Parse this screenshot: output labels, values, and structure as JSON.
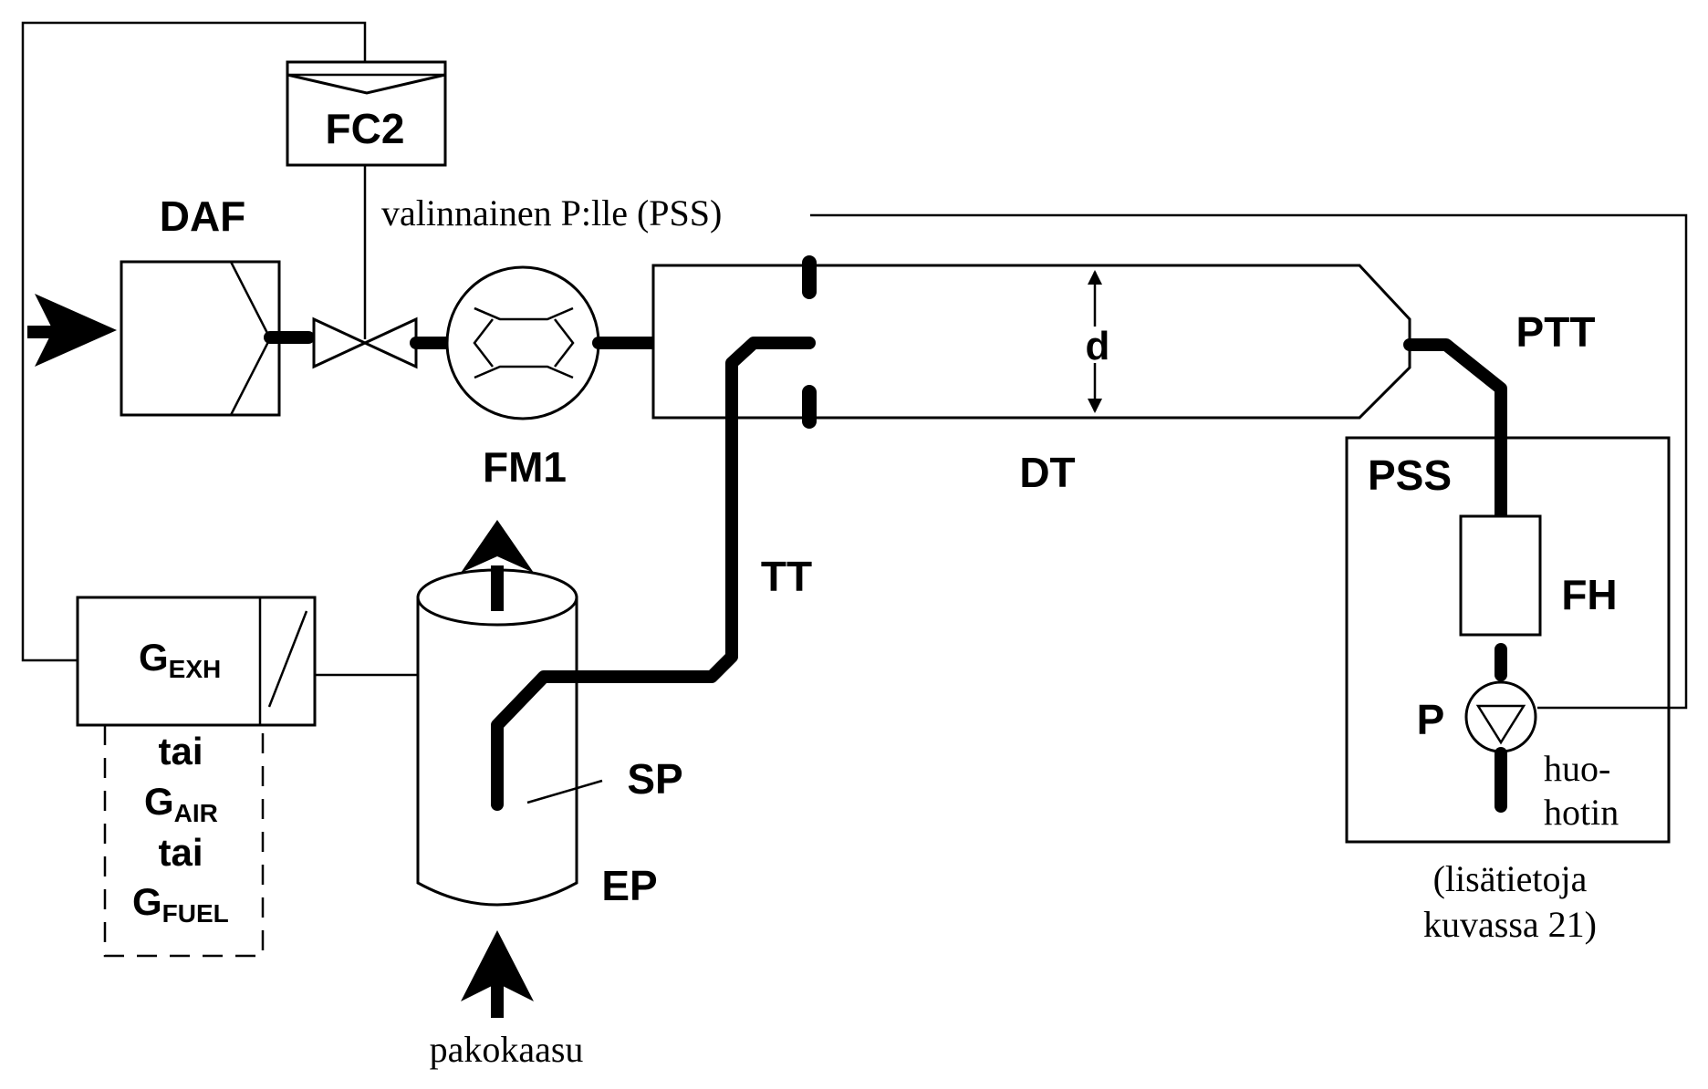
{
  "labels": {
    "fc2": "FC2",
    "daf": "DAF",
    "optional_note": "valinnainen P:lle (PSS)",
    "fm1": "FM1",
    "d": "d",
    "dt": "DT",
    "ptt": "PTT",
    "pss": "PSS",
    "tt": "TT",
    "fh": "FH",
    "p": "P",
    "sp": "SP",
    "ep": "EP",
    "exhaust_gas": "pakokaasu",
    "dilution_air_1": "huo-",
    "dilution_air_2": "hotin",
    "more_info_1": "(lisätietoja",
    "more_info_2": "kuvassa 21)",
    "g_base": "G",
    "g_exh_sub": "EXH",
    "or_1": "tai",
    "g_air_sub": "AIR",
    "or_2": "tai",
    "g_fuel_sub": "FUEL"
  }
}
